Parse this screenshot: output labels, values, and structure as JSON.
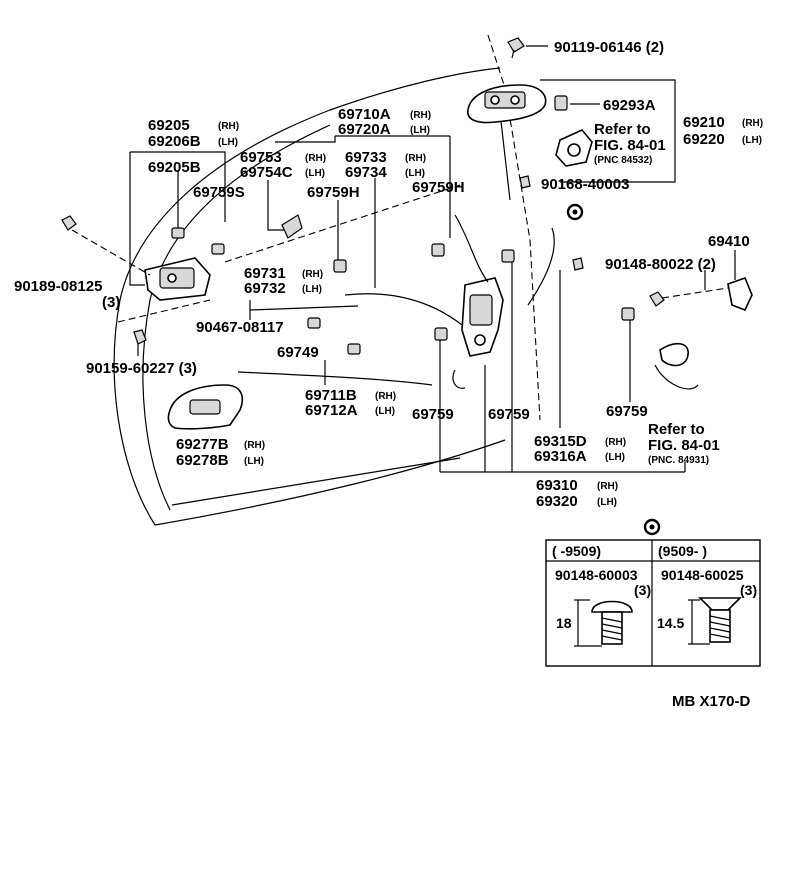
{
  "labels": {
    "p90119": "90119-06146 (2)",
    "p69293": "69293A",
    "p69210": "69210",
    "p69220": "69220",
    "refer1a": "Refer to",
    "refer1b": "FIG. 84-01",
    "refer1c": "(PNC 84532)",
    "p90168": "90168-40003",
    "p69205": "69205",
    "p69206": "69206B",
    "p69205b": "69205B",
    "p69759s": "69759S",
    "p69710": "69710A",
    "p69720": "69720A",
    "p69753": "69753",
    "p69754": "69754C",
    "p69733": "69733",
    "p69734": "69734",
    "p69759h1": "69759H",
    "p69759h2": "69759H",
    "p69410": "69410",
    "p90148a": "90148-80022 (2)",
    "p90189": "90189-08125",
    "p90189q": "(3)",
    "p69731": "69731",
    "p69732": "69732",
    "p90467": "90467-08117",
    "p90159": "90159-60227 (3)",
    "p69749": "69749",
    "p69711": "69711B",
    "p69712": "69712A",
    "p69759a": "69759",
    "p69759b": "69759",
    "p69759c": "69759",
    "p69277": "69277B",
    "p69278": "69278B",
    "p69315": "69315D",
    "p69316": "69316A",
    "refer2a": "Refer to",
    "refer2b": "FIG. 84-01",
    "refer2c": "(PNC. 84931)",
    "p69310": "69310",
    "p69320": "69320",
    "code": "MB  X170-D"
  },
  "sides": {
    "rh": "(RH)",
    "lh": "(LH)"
  },
  "table": {
    "col1_header": "(      -9509)",
    "col2_header": "(9509-      )",
    "col1_part": "90148-60003",
    "col1_qty": "(3)",
    "col1_dim": "18",
    "col2_part": "90148-60025",
    "col2_qty": "(3)",
    "col2_dim": "14.5"
  },
  "colors": {
    "ink": "#000000",
    "paper": "#ffffff"
  }
}
